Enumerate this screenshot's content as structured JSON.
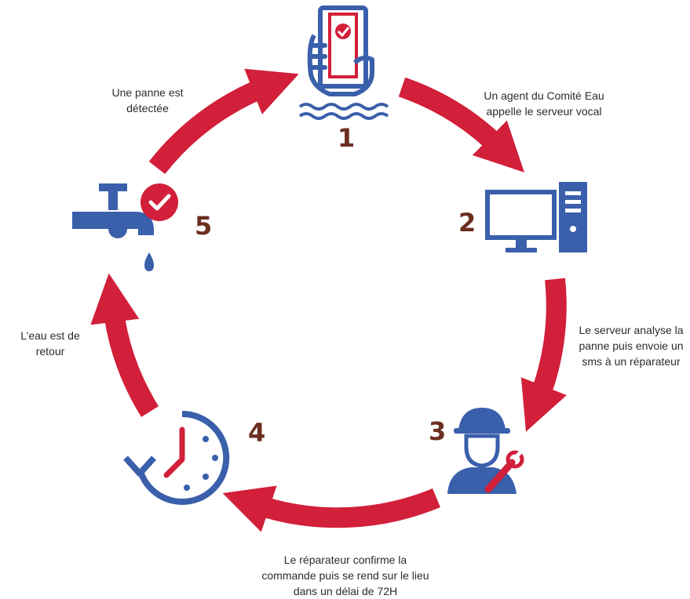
{
  "colors": {
    "arrow_red": "#d21f3a",
    "icon_blue": "#3a5fab",
    "accent_red": "#d21f3a",
    "number_brown": "#6b2e1f",
    "text": "#2b2b2b"
  },
  "steps": [
    {
      "number": "1",
      "icon": "phone-in-hand-icon",
      "caption_lines": [
        "Un agent du Comité Eau",
        "appelle le serveur vocal"
      ]
    },
    {
      "number": "2",
      "icon": "desktop-computer-icon",
      "caption_lines": [
        "Le serveur analyse la",
        "panne puis envoie un",
        "sms à un réparateur"
      ]
    },
    {
      "number": "3",
      "icon": "repairman-with-wrench-icon",
      "caption_lines": [
        "Le réparateur confirme la",
        "commande puis se rend sur le lieu",
        "dans un délai de 72H"
      ]
    },
    {
      "number": "4",
      "icon": "clock-refresh-icon",
      "caption_lines": [
        "L’eau est de",
        "retour"
      ]
    },
    {
      "number": "5",
      "icon": "water-tap-check-icon",
      "caption_lines": [
        "Une panne est",
        "détectée"
      ]
    }
  ]
}
